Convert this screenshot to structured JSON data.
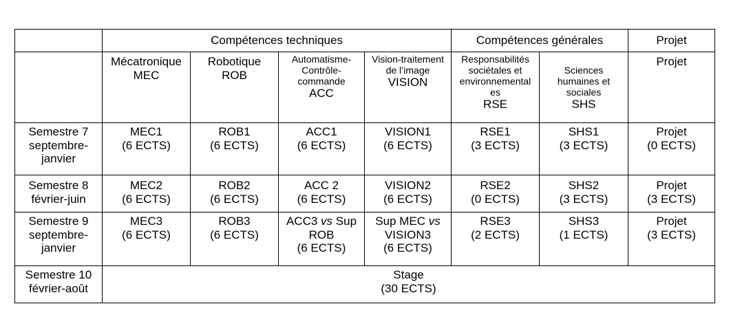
{
  "table": {
    "groups": {
      "technical": "Compétences techniques",
      "general": "Compétences générales",
      "project": "Projet"
    },
    "columns": [
      {
        "lines_small": [],
        "lines_large": [
          "Mécatronique",
          "MEC"
        ]
      },
      {
        "lines_small": [],
        "lines_large": [
          "Robotique",
          "ROB"
        ]
      },
      {
        "lines_small": [
          "Automatisme-",
          "Contrôle-",
          "commande"
        ],
        "lines_large": [
          "ACC"
        ]
      },
      {
        "lines_small": [
          "Vision-traitement",
          "de l’image"
        ],
        "lines_large": [
          "VISION"
        ]
      },
      {
        "lines_small": [
          "Responsabilités",
          "sociétales et",
          "environnemental",
          "es"
        ],
        "lines_large": [
          "RSE"
        ]
      },
      {
        "lines_small": [
          "Sciences",
          "humaines et",
          "sociales"
        ],
        "lines_large": [
          "SHS"
        ]
      },
      {
        "lines_small": [],
        "lines_large": [
          "Projet"
        ]
      }
    ],
    "rows": [
      {
        "label": [
          "Semestre 7",
          "septembre-",
          "janvier"
        ],
        "cells": [
          [
            "MEC1",
            "(6 ECTS)"
          ],
          [
            "ROB1",
            "(6 ECTS)"
          ],
          [
            "ACC1",
            "(6 ECTS)"
          ],
          [
            "VISION1",
            "(6 ECTS)"
          ],
          [
            "RSE1",
            "(3 ECTS)"
          ],
          [
            "SHS1",
            "(3 ECTS)"
          ],
          [
            "Projet",
            "(0 ECTS)"
          ]
        ]
      },
      {
        "label": [
          "Semestre 8",
          "février-juin"
        ],
        "cells": [
          [
            "MEC2",
            "(6 ECTS)"
          ],
          [
            "ROB2",
            "(6 ECTS)"
          ],
          [
            "ACC 2",
            "(6 ECTS)"
          ],
          [
            "VISION2",
            "(6 ECTS)"
          ],
          [
            "RSE2",
            "(0 ECTS)"
          ],
          [
            "SHS2",
            "(3 ECTS)"
          ],
          [
            "Projet",
            "(3 ECTS)"
          ]
        ]
      },
      {
        "label": [
          "Semestre 9",
          "septembre-",
          "janvier"
        ],
        "cells": [
          [
            "MEC3",
            "(6 ECTS)"
          ],
          [
            "ROB3",
            "(6 ECTS)"
          ],
          [
            "ACC3 ",
            "vs",
            " Sup",
            "ROB",
            "(6 ECTS)"
          ],
          [
            "Sup MEC ",
            "vs",
            "VISION3",
            "(6 ECTS)"
          ],
          [
            "RSE3",
            "(2 ECTS)"
          ],
          [
            "SHS3",
            "(1 ECTS)"
          ],
          [
            "Projet",
            "(3 ECTS)"
          ]
        ]
      },
      {
        "label": [
          "Semestre 10",
          "février-août"
        ],
        "merged": [
          "Stage",
          "(30 ECTS)"
        ]
      }
    ]
  }
}
